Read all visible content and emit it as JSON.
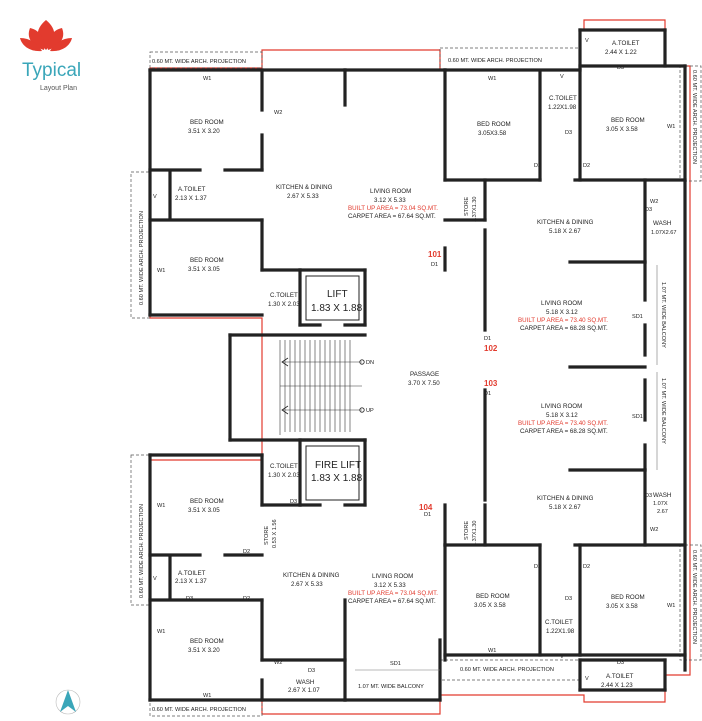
{
  "brand": {
    "name": "Typical",
    "subtitle": "Layout Plan",
    "color_accent": "#e23b2e",
    "color_brand": "#3aa6b9"
  },
  "projection_label": "0.60 MT. WIDE ARCH. PROJECTION",
  "balcony_label": "1.07 MT. WIDE BALCONY",
  "units": [
    {
      "no": "101",
      "living": "LIVING ROOM",
      "living_size": "3.12 X 5.33",
      "bua": "BUILT UP AREA = 73.04 SQ.MT.",
      "carpet": "CARPET AREA = 67.64 SQ.MT."
    },
    {
      "no": "102",
      "living": "LIVING ROOM",
      "living_size": "5.18 X 3.12",
      "bua": "BUILT UP AREA = 73.40 SQ.MT.",
      "carpet": "CARPET AREA = 68.28 SQ.MT."
    },
    {
      "no": "103",
      "living": "LIVING ROOM",
      "living_size": "5.18 X 3.12",
      "bua": "BUILT UP AREA = 73.40 SQ.MT.",
      "carpet": "CARPET AREA = 68.28 SQ.MT."
    },
    {
      "no": "104",
      "living": "LIVING ROOM",
      "living_size": "3.12 X 5.33",
      "bua": "BUILT UP AREA = 73.04 SQ.MT.",
      "carpet": "CARPET AREA = 67.64 SQ.MT."
    }
  ],
  "rooms": {
    "bed1": {
      "name": "BED ROOM",
      "size": "3.51 X 3.20"
    },
    "bed2": {
      "name": "BED ROOM",
      "size": "3.51 X 3.05"
    },
    "bed3": {
      "name": "BED ROOM",
      "size": "3.05X3.58"
    },
    "bed4": {
      "name": "BED ROOM",
      "size": "3.05 X 3.58"
    },
    "bed5": {
      "name": "BED ROOM",
      "size": "3.51 X 3.05"
    },
    "bed6": {
      "name": "BED ROOM",
      "size": "3.51 X 3.20"
    },
    "bed7": {
      "name": "BED ROOM",
      "size": "3.05 X 3.58"
    },
    "bed8": {
      "name": "BED ROOM",
      "size": "3.05 X 3.58"
    },
    "atoilet1": {
      "name": "A.TOILET",
      "size": "2.13 X 1.37"
    },
    "atoilet2": {
      "name": "A.TOILET",
      "size": "2.44 X 1.22"
    },
    "atoilet3": {
      "name": "A.TOILET",
      "size": "2.13 X 1.37"
    },
    "atoilet4": {
      "name": "A.TOILET",
      "size": "2.44 X 1.23"
    },
    "ctoilet1": {
      "name": "C.TOILET",
      "size": "1.30 X 2.03"
    },
    "ctoilet2": {
      "name": "C.TOILET",
      "size": "1.22X1.98"
    },
    "ctoilet3": {
      "name": "C.TOILET",
      "size": "1.30 X 2.03"
    },
    "ctoilet4": {
      "name": "C.TOILET",
      "size": "1.22X1.98"
    },
    "kd1": {
      "name": "KITCHEN & DINING",
      "size": "2.67 X 5.33"
    },
    "kd2": {
      "name": "KITCHEN & DINING",
      "size": "5.18 X 2.67"
    },
    "kd3": {
      "name": "KITCHEN & DINING",
      "size": "5.18 X 2.67"
    },
    "kd4": {
      "name": "KITCHEN & DINING",
      "size": "2.67 X 5.33"
    },
    "wash1": {
      "name": "WASH",
      "size": "1.07X2.67"
    },
    "wash2": {
      "name": "WASH",
      "size": "1.07X",
      "size2": "2.67"
    },
    "wash3": {
      "name": "WASH",
      "size": "2.67 X 1.07"
    },
    "store1": {
      "name": "STORE",
      "size": "1.37X1.30"
    },
    "store2": {
      "name": "STORE",
      "size": "1.37X1.30"
    },
    "store3": {
      "name": "STORE",
      "size": "0.53 X 1.56"
    },
    "lift": {
      "name": "LIFT",
      "size": "1.83 X 1.88"
    },
    "firelift": {
      "name": "FIRE LIFT",
      "size": "1.83 X 1.88"
    },
    "passage": {
      "name": "PASSAGE",
      "size": "3.70 X 7.50"
    }
  },
  "tags": {
    "w1": "W1",
    "w2": "W2",
    "d1": "D1",
    "d2": "D2",
    "d3": "D3",
    "sd1": "SD1",
    "v": "V",
    "dn": "DN",
    "up": "UP"
  }
}
